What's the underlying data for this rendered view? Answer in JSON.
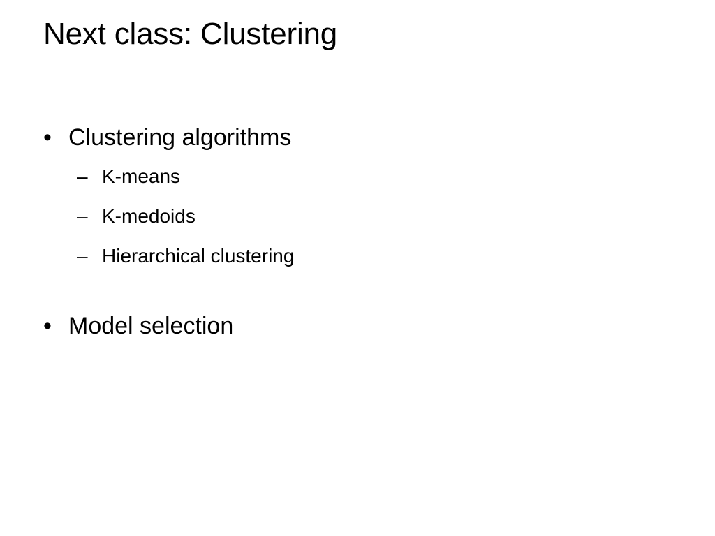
{
  "slide": {
    "title": "Next class: Clustering",
    "background_color": "#ffffff",
    "text_color": "#000000",
    "bullet_marker": "•",
    "dash_marker": "–",
    "content": [
      {
        "level": 1,
        "marker": "•",
        "text": "Clustering algorithms"
      },
      {
        "level": 2,
        "marker": "–",
        "text": "K-means"
      },
      {
        "level": 2,
        "marker": "–",
        "text": "K-medoids"
      },
      {
        "level": 2,
        "marker": "–",
        "text": "Hierarchical clustering"
      },
      {
        "level": 1,
        "marker": "•",
        "text": "Model selection"
      }
    ]
  }
}
